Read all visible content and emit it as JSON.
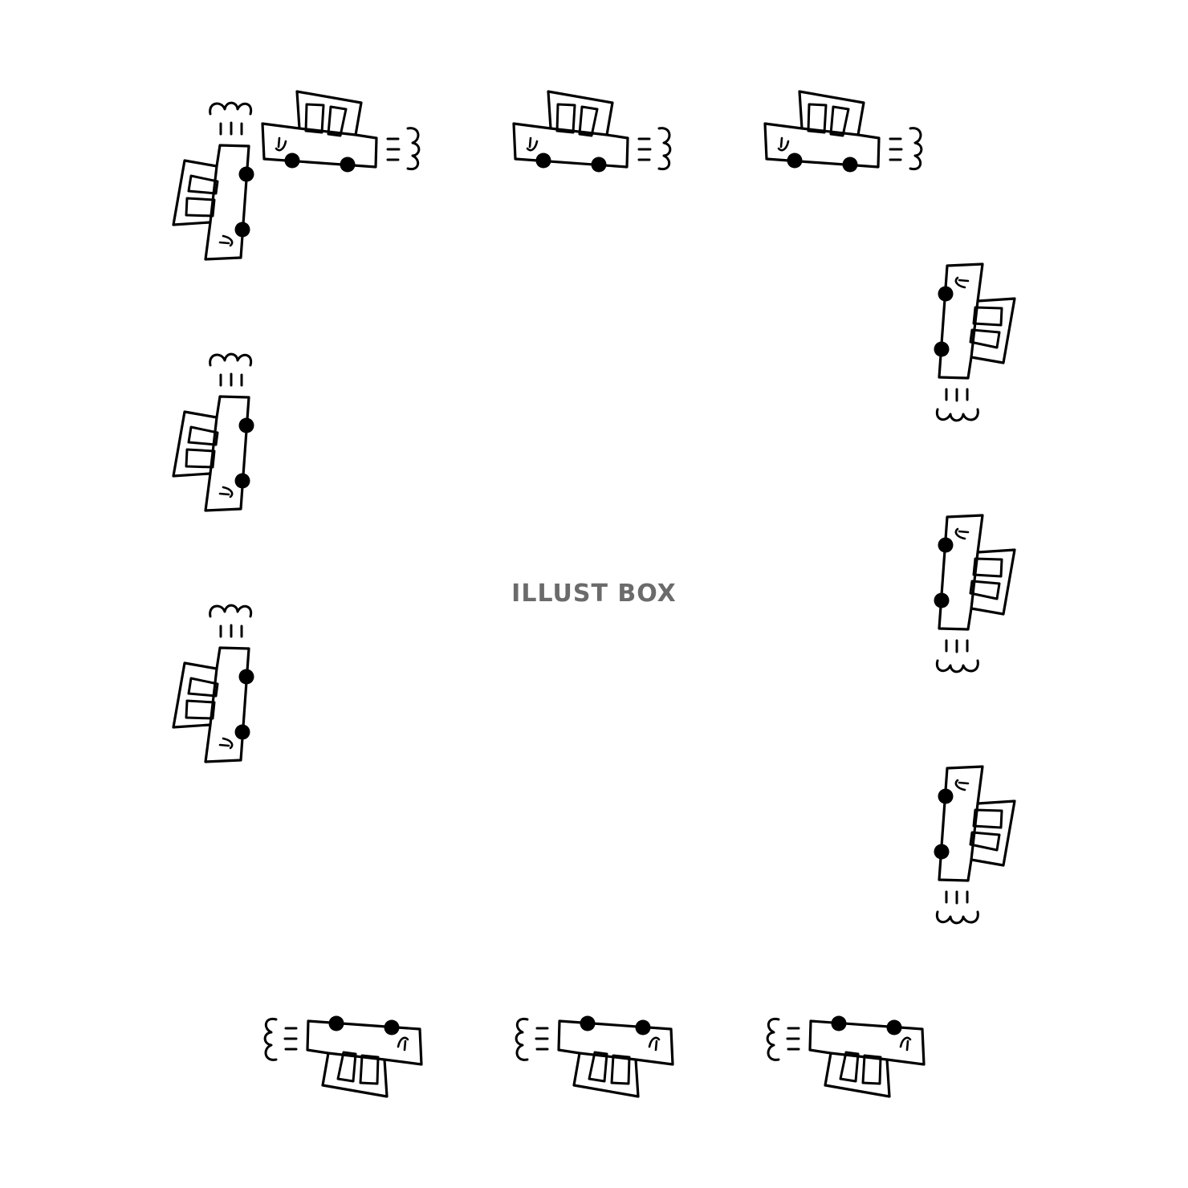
{
  "watermark": {
    "text": "ILLUST BOX",
    "color": "#6b6b6b"
  },
  "illustration": {
    "icon": "car-icon",
    "ink_color": "#000000",
    "background_color": "#ffffff",
    "edges": [
      {
        "side": "top",
        "count": 3
      },
      {
        "side": "left",
        "count": 3
      },
      {
        "side": "right",
        "count": 3
      },
      {
        "side": "bottom",
        "count": 3
      }
    ]
  }
}
